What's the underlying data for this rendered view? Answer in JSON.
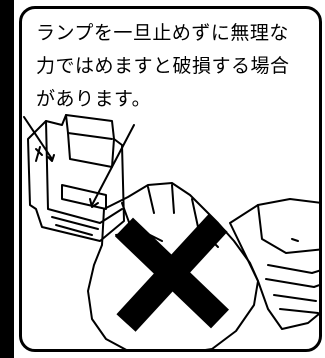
{
  "caution": {
    "lines": [
      "ランプを一旦止めずに無理な",
      "力ではめますと破損する場合",
      "があります。"
    ]
  },
  "illustration": {
    "icon": "do-not-force-lamp-icon",
    "mark_color": "#000000"
  }
}
